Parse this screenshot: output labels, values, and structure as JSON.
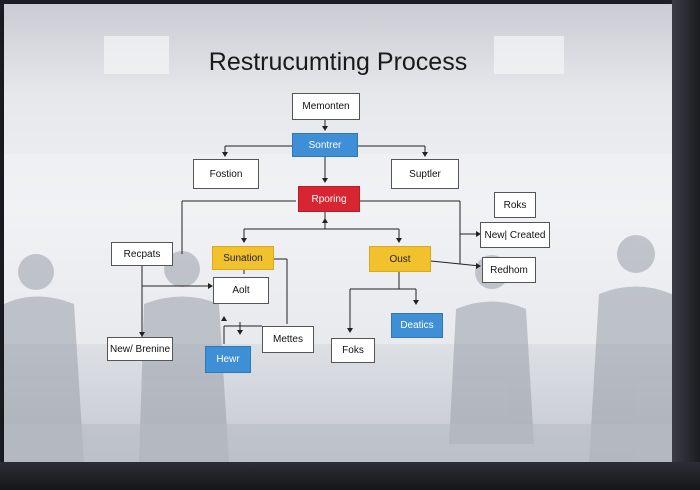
{
  "diagram": {
    "title": "Restrucumting Process",
    "nodes": {
      "memonten": "Memonten",
      "sontrer": "Sontrer",
      "fostion": "Fostion",
      "suptler": "Suptler",
      "rporing": "Rporing",
      "roks": "Roks",
      "new_created": "New| Created",
      "redhom": "Redhom",
      "recpats": "Recpats",
      "sunation": "Sunation",
      "oust": "Oust",
      "aolt": "Aolt",
      "mettes": "Mettes",
      "new_brenine": "New/ Brenine",
      "hewr": "Hewr",
      "foks": "Foks",
      "deatics": "Deatics"
    },
    "colors": {
      "blue": "#3f8fd6",
      "red": "#d72631",
      "yellow": "#f2c12e"
    }
  }
}
